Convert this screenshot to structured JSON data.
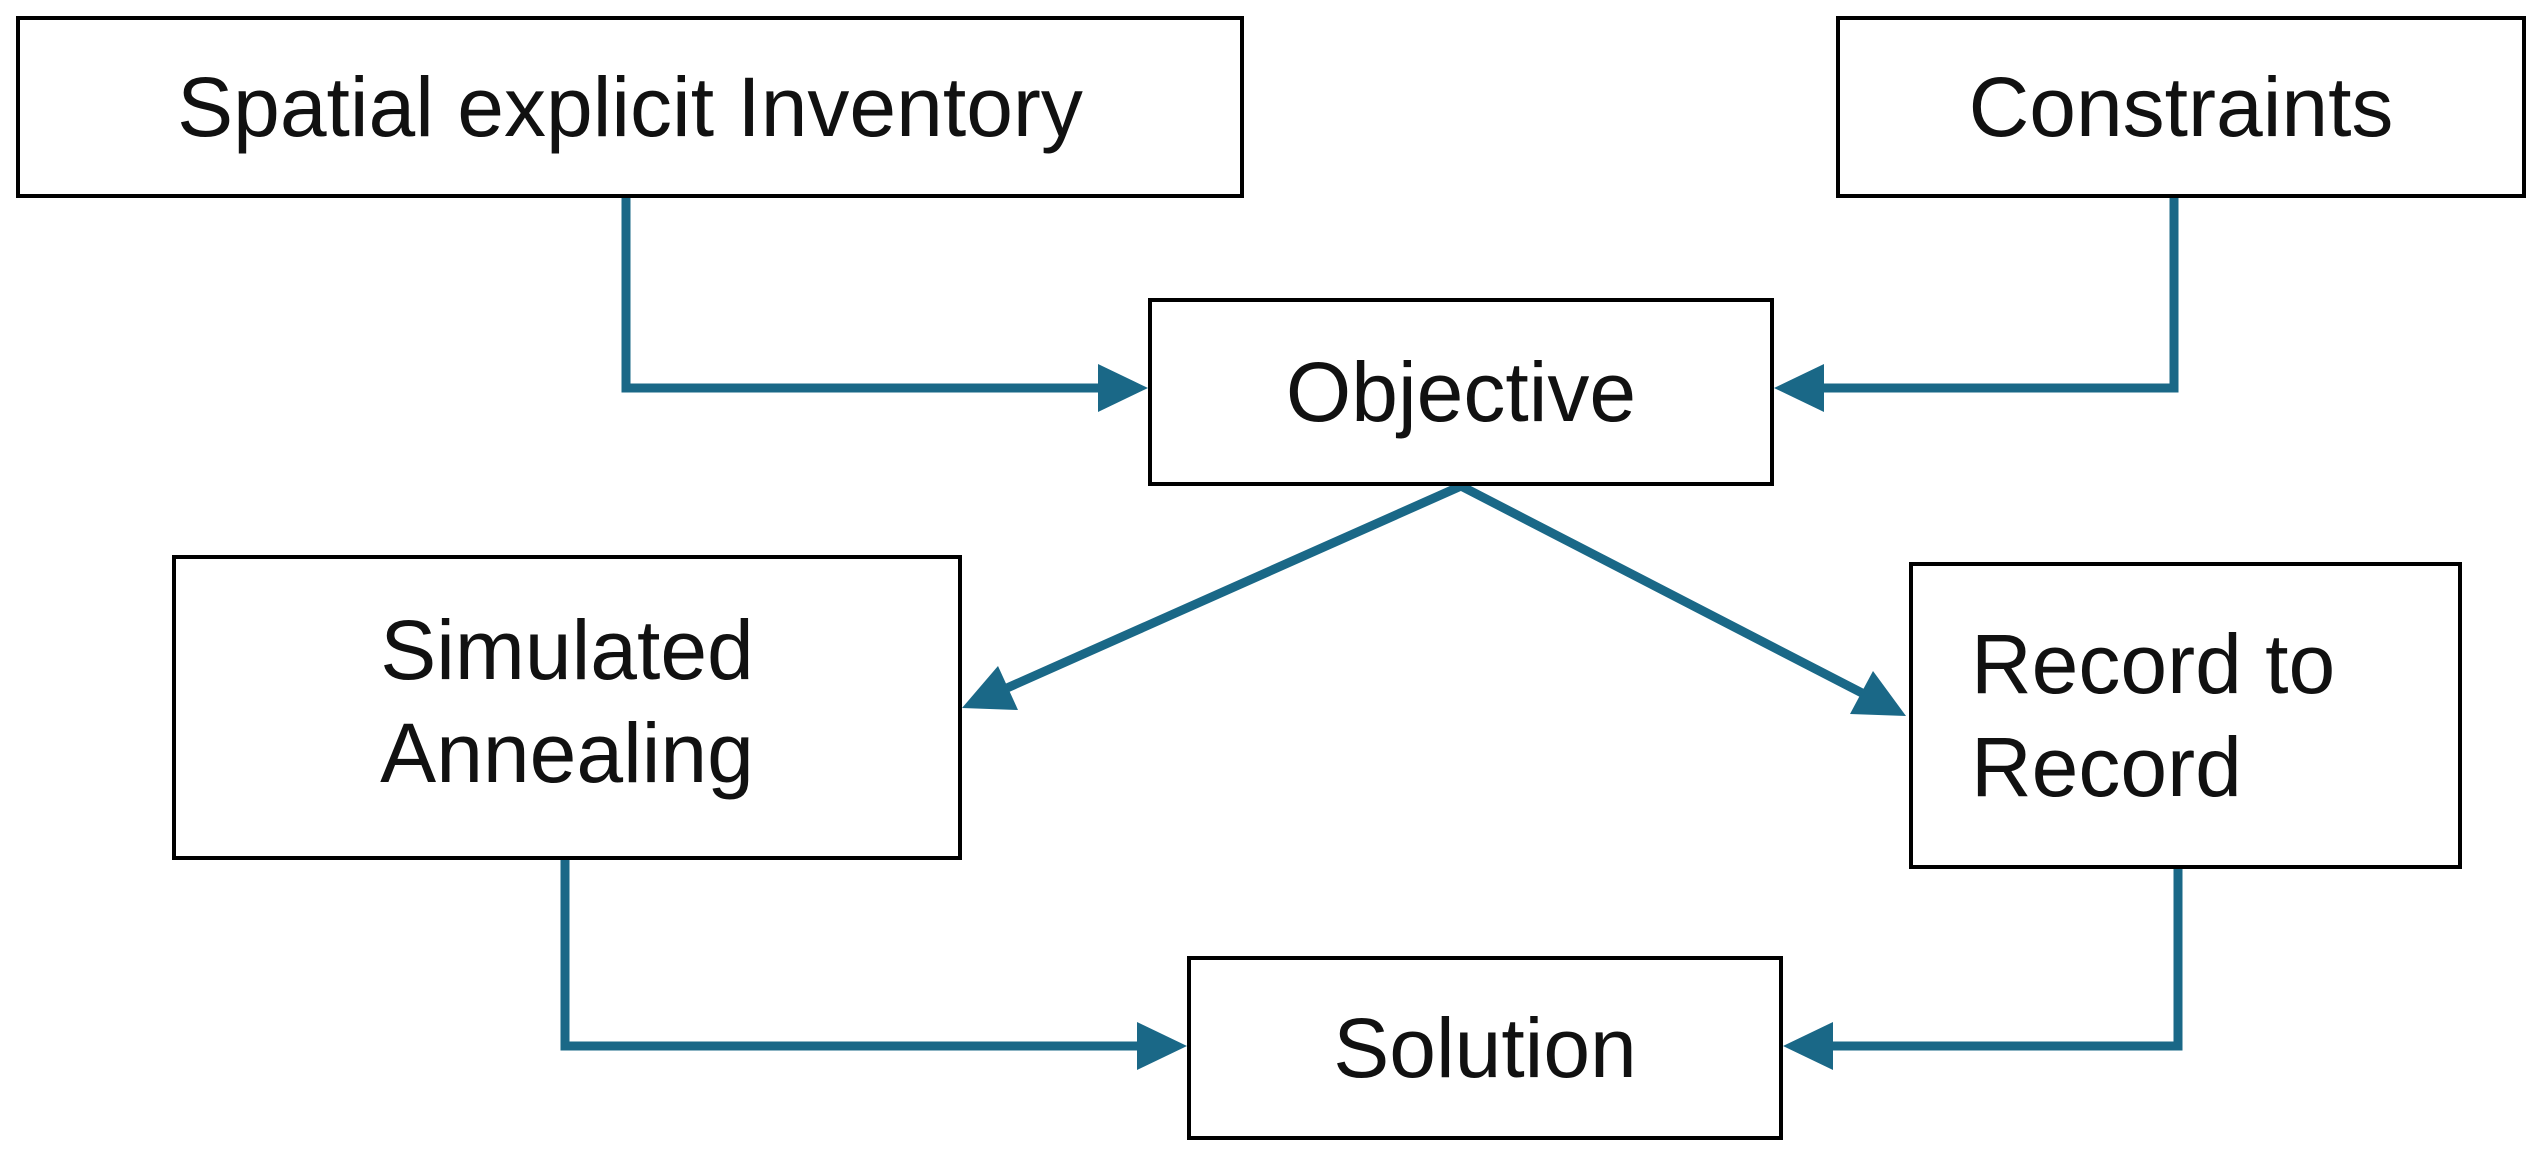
{
  "diagram": {
    "colors": {
      "connector": "#1a6887",
      "box_border": "#000000",
      "text": "#111111",
      "background": "#ffffff"
    },
    "nodes": {
      "inventory": {
        "label": "Spatial explicit Inventory"
      },
      "constraints": {
        "label": "Constraints"
      },
      "objective": {
        "label": "Objective"
      },
      "simulated_annealing": {
        "label": "Simulated\nAnnealing"
      },
      "record_to_record": {
        "label": "Record to\nRecord"
      },
      "solution": {
        "label": "Solution"
      }
    },
    "edges": [
      {
        "from": "inventory",
        "to": "objective"
      },
      {
        "from": "constraints",
        "to": "objective"
      },
      {
        "from": "objective",
        "to": "simulated_annealing"
      },
      {
        "from": "objective",
        "to": "record_to_record"
      },
      {
        "from": "simulated_annealing",
        "to": "solution"
      },
      {
        "from": "record_to_record",
        "to": "solution"
      }
    ]
  }
}
